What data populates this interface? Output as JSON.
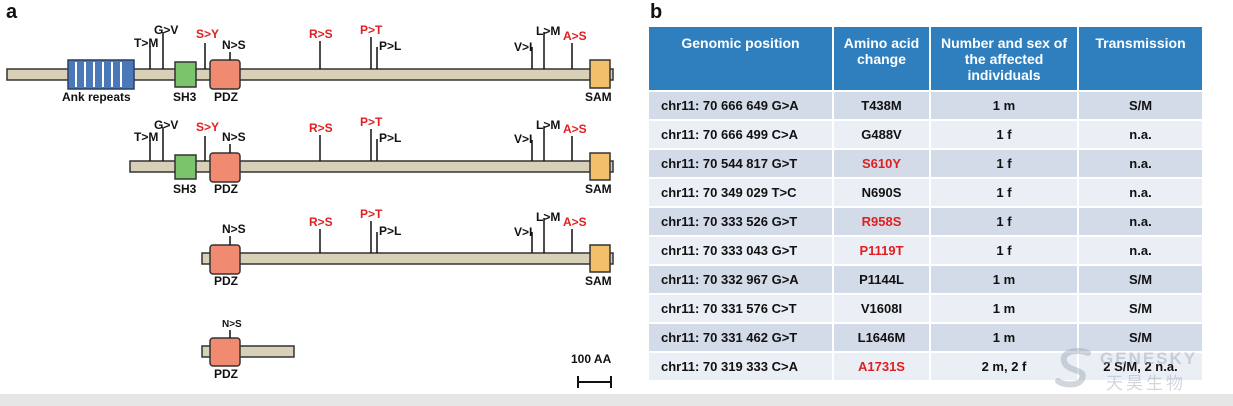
{
  "panel_a": {
    "letter": "a",
    "colors": {
      "backbone": "#d9d0b8",
      "ank": "#4a78b8",
      "sh3": "#7cc46c",
      "pdz": "#f08a70",
      "sam": "#f2c06a",
      "red_label": "#e02020",
      "black_label": "#111111"
    },
    "domain_labels": {
      "ank": "Ank repeats",
      "sh3": "SH3",
      "pdz": "PDZ",
      "sam": "SAM"
    },
    "mutation_labels": {
      "tm": "T>M",
      "gv": "G>V",
      "sy": "S>Y",
      "ns": "N>S",
      "rs": "R>S",
      "pt": "P>T",
      "pl": "P>L",
      "vi": "V>I",
      "lm": "L>M",
      "as": "A>S"
    },
    "scale_bar": {
      "label": "100 AA"
    }
  },
  "panel_b": {
    "letter": "b",
    "headers": [
      "Genomic position",
      "Amino acid change",
      "Number and sex of the affected individuals",
      "Transmission"
    ],
    "rows": [
      {
        "position": "chr11: 70 666 649 G>A",
        "change": "T438M",
        "change_red": false,
        "affected": "1 m",
        "transmission": "S/M"
      },
      {
        "position": "chr11: 70 666 499 C>A",
        "change": "G488V",
        "change_red": false,
        "affected": "1 f",
        "transmission": "n.a."
      },
      {
        "position": "chr11: 70 544 817 G>T",
        "change": "S610Y",
        "change_red": true,
        "affected": "1 f",
        "transmission": "n.a."
      },
      {
        "position": "chr11: 70 349 029 T>C",
        "change": "N690S",
        "change_red": false,
        "affected": "1 f",
        "transmission": "n.a."
      },
      {
        "position": "chr11: 70 333 526 G>T",
        "change": "R958S",
        "change_red": true,
        "affected": "1 f",
        "transmission": "n.a."
      },
      {
        "position": "chr11: 70 333 043 G>T",
        "change": "P1119T",
        "change_red": true,
        "affected": "1 f",
        "transmission": "n.a."
      },
      {
        "position": "chr11: 70 332 967 G>A",
        "change": "P1144L",
        "change_red": false,
        "affected": "1 m",
        "transmission": "S/M"
      },
      {
        "position": "chr11: 70 331 576 C>T",
        "change": "V1608I",
        "change_red": false,
        "affected": "1 m",
        "transmission": "S/M"
      },
      {
        "position": "chr11: 70 331 462 G>T",
        "change": "L1646M",
        "change_red": false,
        "affected": "1 m",
        "transmission": "S/M"
      },
      {
        "position": "chr11: 70 319 333 C>A",
        "change": "A1731S",
        "change_red": true,
        "affected": "2 m, 2 f",
        "transmission": "2 S/M, 2 n.a."
      }
    ],
    "colors": {
      "header_bg": "#2f7fbf",
      "row_odd": "#d3dbe9",
      "row_even": "#eaeef5",
      "red_text": "#e02020"
    }
  },
  "watermark": {
    "text": "GENESKY",
    "subtext": "天昊生物",
    "logo": "s-swoosh-logo"
  }
}
